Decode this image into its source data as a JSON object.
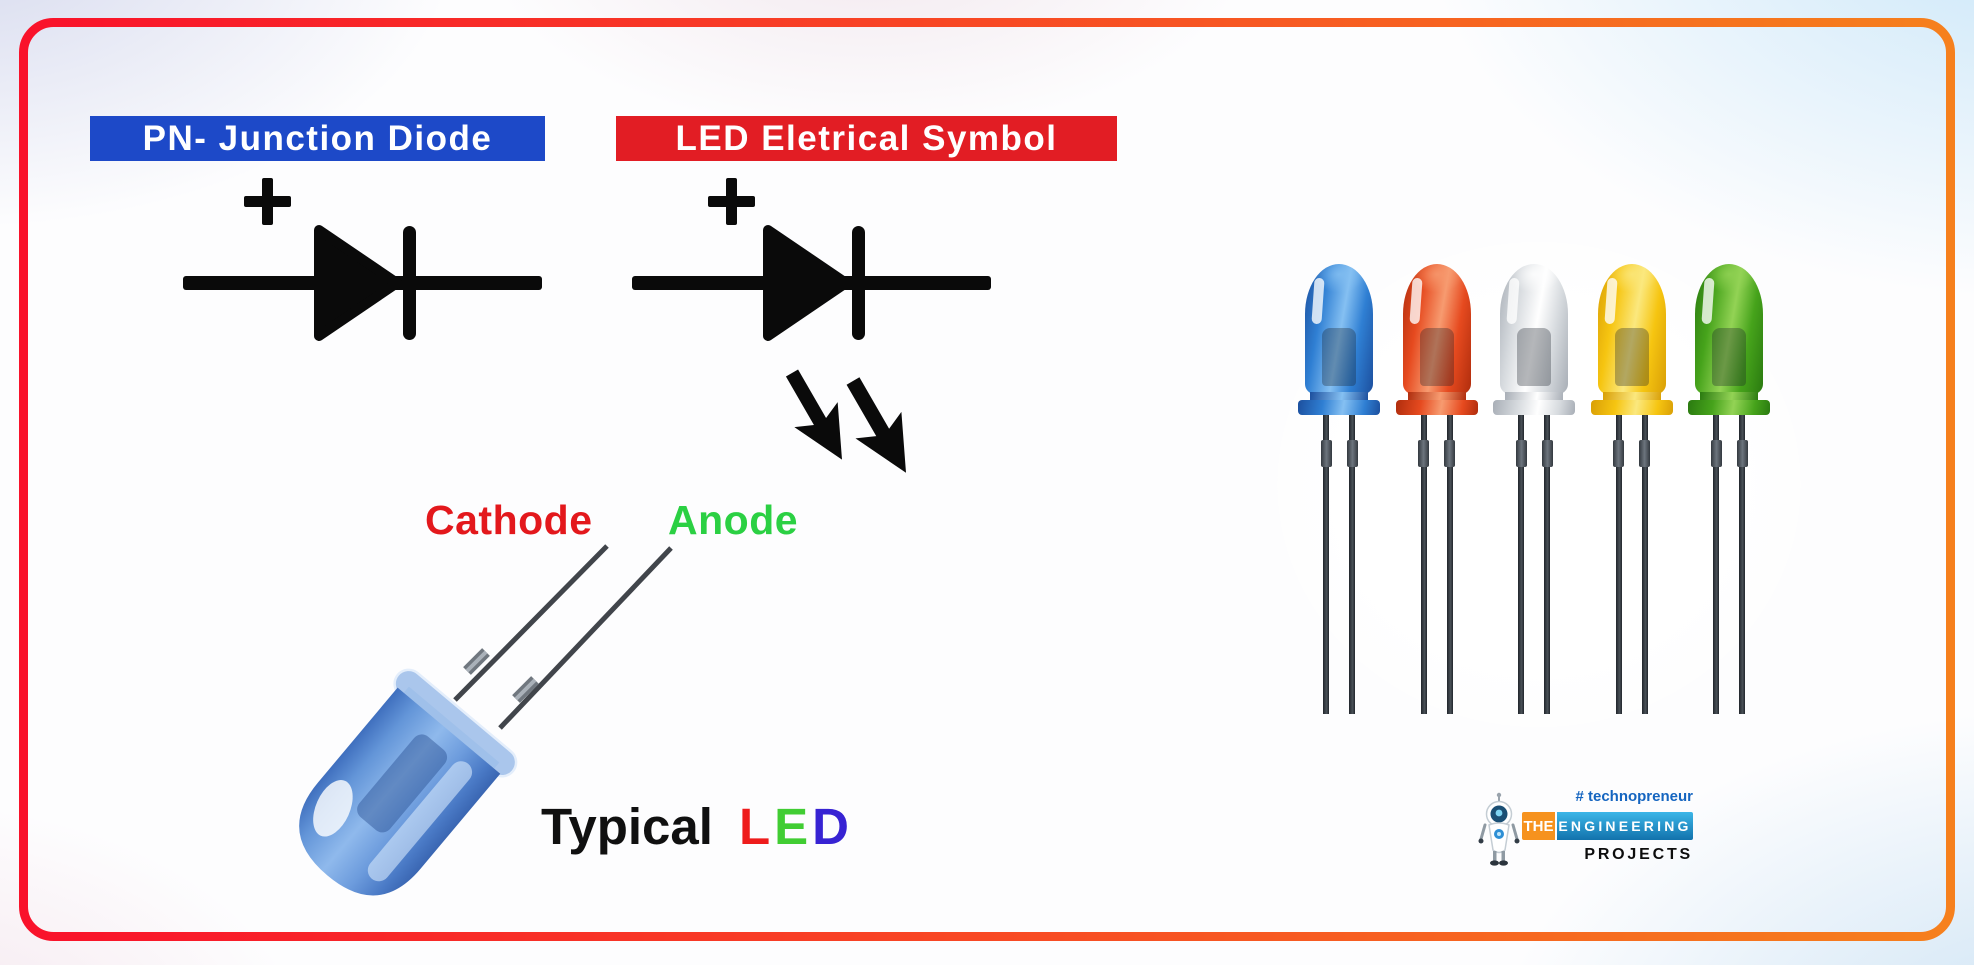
{
  "titles": {
    "pn": {
      "text": "PN- Junction Diode",
      "bg": "#1d49c8",
      "fg": "#ffffff"
    },
    "led": {
      "text": "LED Eletrical Symbol",
      "bg": "#e21d24",
      "fg": "#ffffff"
    }
  },
  "terminal_labels": {
    "cathode": {
      "text": "Cathode",
      "color": "#e3181c"
    },
    "anode": {
      "text": "Anode",
      "color": "#2bd043"
    }
  },
  "caption": {
    "prefix": "Typical",
    "word": [
      {
        "ch": "L",
        "color": "#ee1c1c"
      },
      {
        "ch": "E",
        "color": "#41cd33"
      },
      {
        "ch": "D",
        "color": "#3723d3"
      }
    ]
  },
  "icons": {
    "polarity_plus": "+",
    "light_emission_arrows": "two thick arrows pointing down-right",
    "robot_mascot": "white-blue robot"
  },
  "border": {
    "gradient_from": "#f9122b",
    "gradient_to": "#f6801d"
  },
  "symbol_color": "#0a0a0a",
  "right_photo": {
    "leds": [
      {
        "name": "blue",
        "base": "#2f7fd3",
        "light": "#85c0f2",
        "dark": "#1c4f9e"
      },
      {
        "name": "red",
        "base": "#e64a1f",
        "light": "#f79b70",
        "dark": "#b02d0d"
      },
      {
        "name": "white",
        "base": "#d6dade",
        "light": "#ffffff",
        "dark": "#a8aeb6"
      },
      {
        "name": "yellow",
        "base": "#f6c511",
        "light": "#fbe87e",
        "dark": "#d99f06"
      },
      {
        "name": "green",
        "base": "#46a31b",
        "light": "#93d355",
        "dark": "#2a7a10"
      }
    ]
  },
  "logo": {
    "hashtag": "# technopreneur",
    "hashtag_color": "#1565c0",
    "the": "THE",
    "the_bg": "#f6921e",
    "engineering": "ENGINEERING",
    "eng_bg_top": "#3cb6e8",
    "eng_bg_bottom": "#1272ac",
    "projects": "PROJECTS"
  }
}
